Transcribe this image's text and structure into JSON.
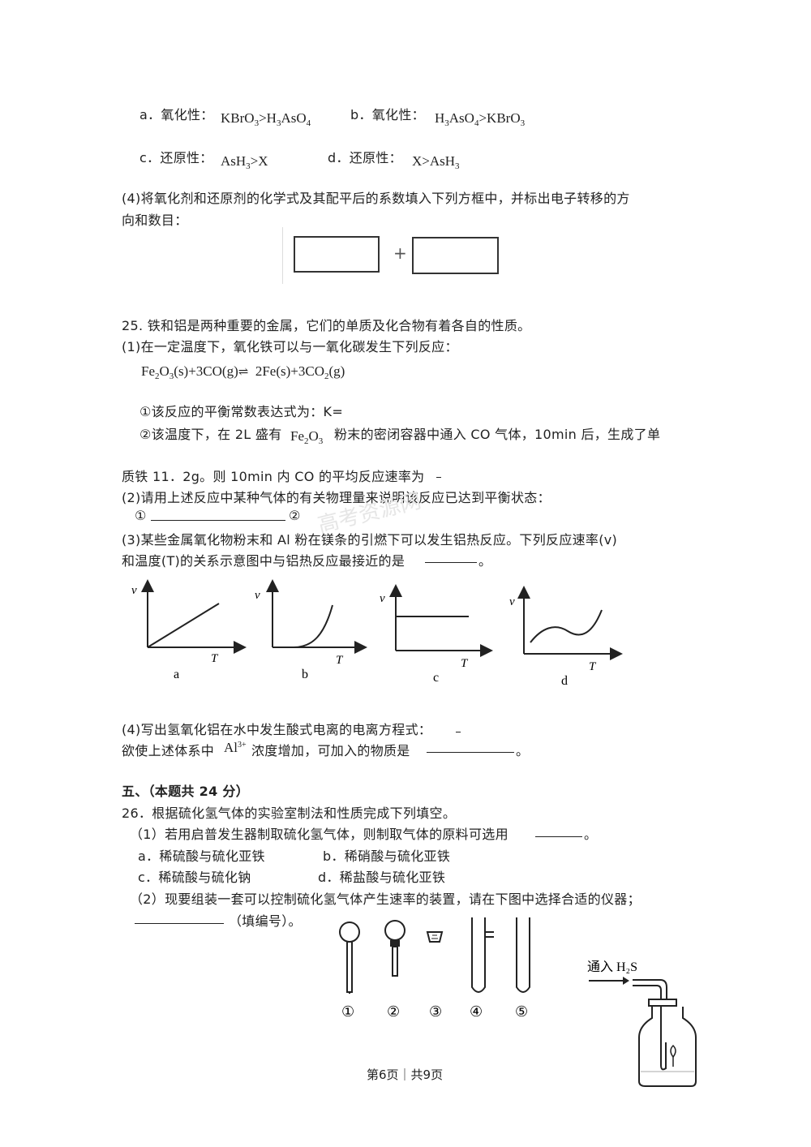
{
  "q24_options": {
    "a_label": "a．氧化性：",
    "a_formula": "KBrO₃>H₃AsO₄",
    "b_label": "b．氧化性：",
    "b_formula": "H₃AsO₄>KBrO₃",
    "c_label": "c．还原性：",
    "c_formula": "AsH₃>X",
    "d_label": "d．还原性：",
    "d_formula": "X>AsH₃"
  },
  "q24_4": {
    "line1": "(4)将氧化剂和还原剂的化学式及其配平后的系数填入下列方框中，并标出电子转移的方",
    "line2": "向和数目：",
    "plus": "+"
  },
  "q25": {
    "title": "25. 铁和铝是两种重要的金属，它们的单质及化合物有着各自的性质。",
    "p1": "(1)在一定温度下，氧化铁可以与一氧化碳发生下列反应：",
    "equation": "Fe₂O₃(s)+3CO(g)⇌ 2Fe(s)+3CO₂(g)",
    "sub1": "①该反应的平衡常数表达式为：K=",
    "sub2_a": "②该温度下，在 2L 盛有",
    "sub2_formula": "Fe₂O₃",
    "sub2_b": "粉末的密闭容器中通入 CO 气体，10min 后，生成了单",
    "sub2_c": "质铁 11．2g。则 10min 内 CO 的平均反应速率为",
    "p2": "(2)请用上述反应中某种气体的有关物理量来说明该反应已达到平衡状态：",
    "p2_blank1": "①",
    "p2_blank2": "②",
    "p3_line1": "(3)某些金属氧化物粉末和 Al 粉在镁条的引燃下可以发生铝热反应。下列反应速率(v)",
    "p3_line2": "和温度(T)的关系示意图中与铝热反应最接近的是",
    "p3_end": "。",
    "p4_line1": "(4)写出氢氧化铝在水中发生酸式电离的电离方程式：",
    "p4_line2a": "欲使上述体系中",
    "p4_ion": "Al³⁺",
    "p4_line2b": "浓度增加，可加入的物质是",
    "p4_end": "。"
  },
  "graphs": {
    "axis_v": "v",
    "axis_t": "T",
    "labels": [
      "a",
      "b",
      "c",
      "d"
    ]
  },
  "section5": {
    "heading": "五、（本题共 24 分）",
    "q26_title": "26．根据硫化氢气体的实验室制法和性质完成下列填空。",
    "q26_1": "（1）若用启普发生器制取硫化氢气体，则制取气体的原料可选用",
    "q26_1_end": "。",
    "opt_a": "a．稀硫酸与硫化亚铁",
    "opt_b": "b．稀硝酸与硫化亚铁",
    "opt_c": "c．稀硫酸与硫化钠",
    "opt_d": "d．稀盐酸与硫化亚铁",
    "q26_2": "（2）现要组装一套可以控制硫化氢气体产生速率的装置，请在下图中选择合适的仪器；",
    "q26_2_fill": "（填编号）。",
    "apparatus_labels": [
      "①",
      "②",
      "③",
      "④",
      "⑤"
    ],
    "bottle_label": "通入 H₂S"
  },
  "footer": {
    "page": "第6页｜共9页"
  },
  "watermark": {
    "text": "高考资源网"
  }
}
